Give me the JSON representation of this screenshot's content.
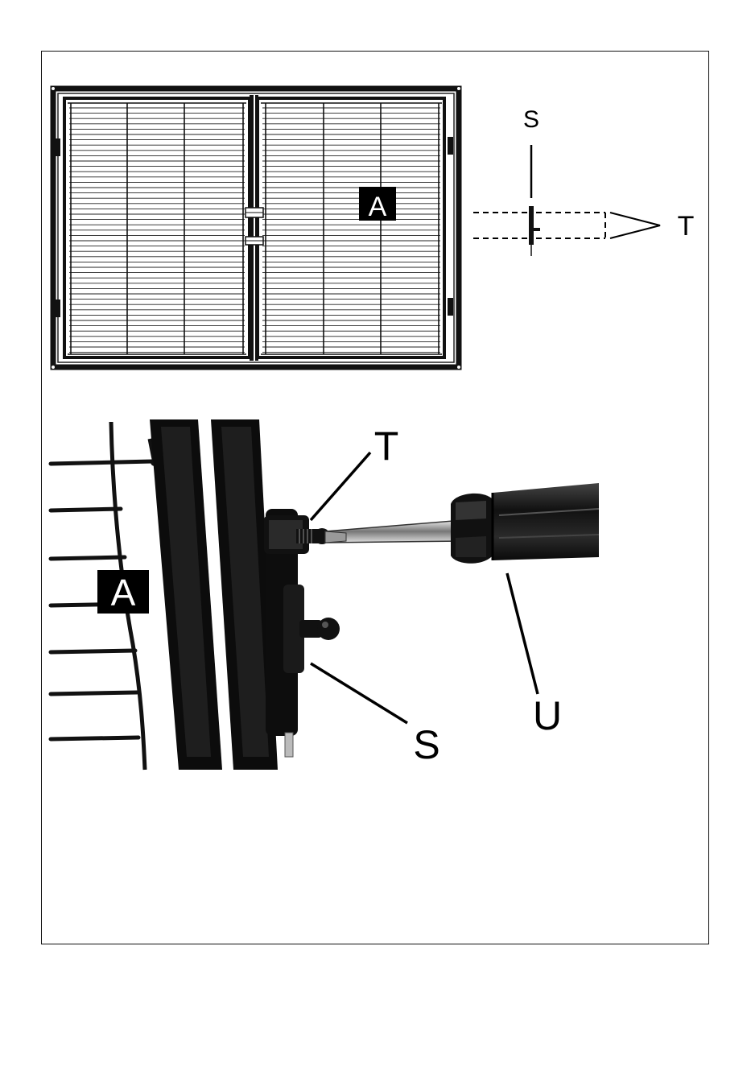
{
  "diagram": {
    "overview": {
      "part_label_gate": "A",
      "label_lock": "S",
      "label_screws": "T"
    },
    "detail": {
      "part_label_gate": "A",
      "label_screw": "T",
      "label_lock": "S",
      "label_screwdriver": "U"
    }
  },
  "colors": {
    "ink": "#000000",
    "frame": "#111111",
    "paper": "#ffffff"
  }
}
